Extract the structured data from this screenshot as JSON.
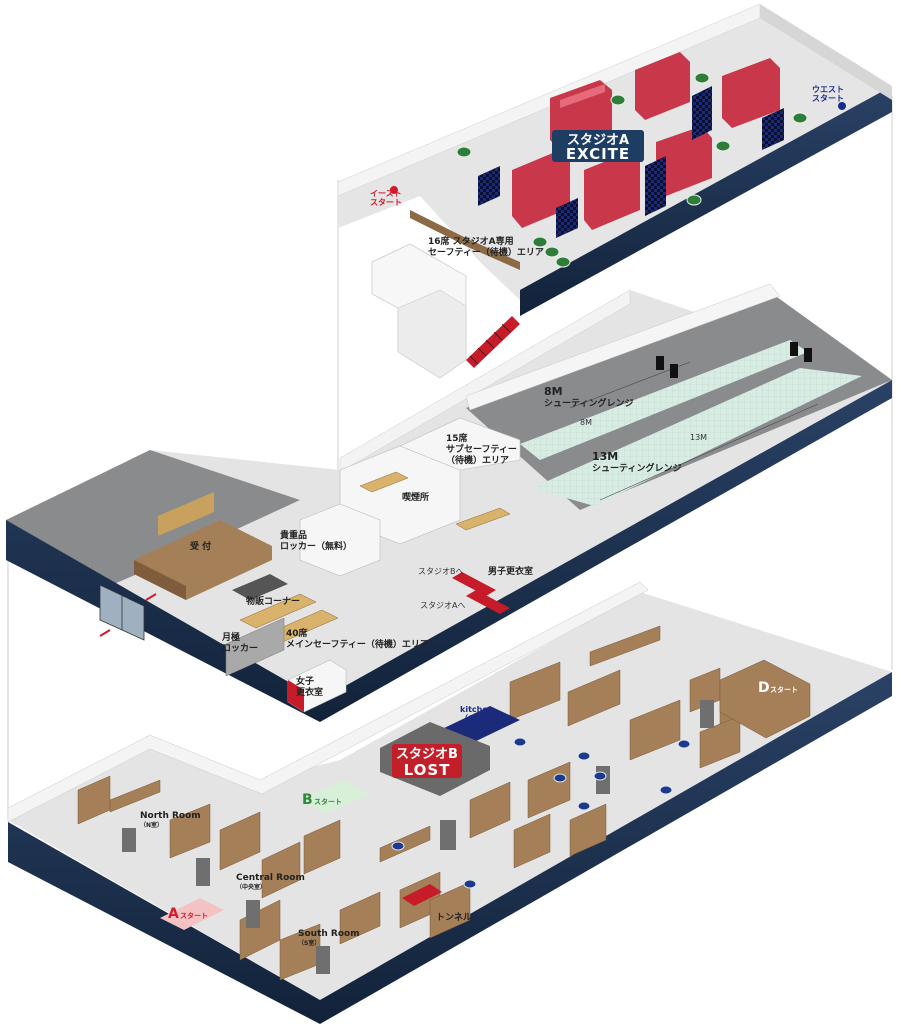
{
  "top_floor": {
    "studio_a_name": "スタジオA",
    "studio_a_sub": "EXCITE",
    "east_start": [
      "イースト",
      "スタート"
    ],
    "west_start": [
      "ウエスト",
      "スタート"
    ],
    "safety_area": [
      "16席 スタジオA専用",
      "セーフティー（待機）エリア"
    ]
  },
  "middle_floor": {
    "range_8m": [
      "8M",
      "シューティングレンジ"
    ],
    "range_13m": [
      "13M",
      "シューティングレンジ"
    ],
    "dim_8m": "8M",
    "dim_13m": "13M",
    "sub_safety": [
      "15席",
      "サブセーフティー",
      "（待機）エリア"
    ],
    "smoking": "喫煙所",
    "reception": "受 付",
    "valuables_locker": [
      "貴重品",
      "ロッカー（無料）"
    ],
    "shop": "物販コーナー",
    "monthly_locker": [
      "月極",
      "ロッカー"
    ],
    "main_safety": [
      "40席",
      "メインセーフティー（待機）エリア"
    ],
    "women_locker": [
      "女子",
      "更衣室"
    ],
    "men_locker": "男子更衣室",
    "to_studio_b": "スタジオBへ",
    "to_studio_a": "スタジオAへ"
  },
  "bottom_floor": {
    "studio_b_name": "スタジオB",
    "studio_b_sub": "LOST",
    "kitchen": [
      "kitchen",
      "（Cスタート）"
    ],
    "north_room": [
      "North Room",
      "（N室）"
    ],
    "central_room": [
      "Central Room",
      "（中央室）"
    ],
    "south_room": [
      "South Room",
      "（S室）"
    ],
    "tunnel": "トンネル",
    "a_start": {
      "letter": "A",
      "text": "スタート"
    },
    "b_start": {
      "letter": "B",
      "text": "スタート"
    },
    "d_start": {
      "letter": "D",
      "text": "スタート"
    }
  },
  "colors": {
    "floor": "#e4e4e4",
    "wall_blue": "#1c3151",
    "dark_gray": "#8a8b8d",
    "red_block": "#c8374a",
    "wood": "#a57f57",
    "green_barrel": "#2f7d3a",
    "studio_a_tag": "#1e3d63",
    "studio_b_tag": "#c21f2b"
  }
}
